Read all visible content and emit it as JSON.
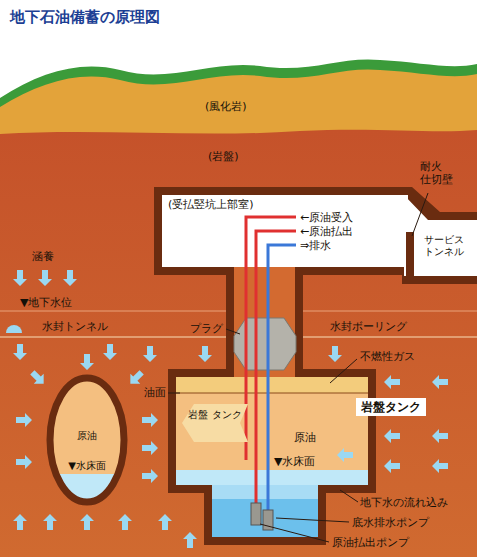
{
  "diagram": {
    "title": "地下石油備蓄の原理図",
    "nodes": [
      {
        "text": [
          "(受払竪坑上部室)"
        ]
      },
      {
        "text": [
          "サービス トンネル"
        ]
      },
      {
        "text": [
          "原油",
          "▼水床面"
        ]
      },
      {
        "text": [
          "原油",
          "▼水床面"
        ]
      },
      {
        "text": [
          "岩盤 タンク"
        ],
        "in": 3
      },
      {
        "text": [
          "岩盤タンク"
        ]
      }
    ],
    "labels": [
      "(風化岩)",
      "(岩盤)",
      "耐火 仕切壁",
      "←原油受入",
      "←原油払出",
      "⇒排水",
      "涵養",
      "▼地下水位",
      "水封トンネル",
      "水封ボーリング",
      "プラグ",
      "不燃性ガス",
      "油面",
      "地下水の流れ込み",
      "底水排水ポンプ",
      "原油払出ポンプ"
    ]
  }
}
